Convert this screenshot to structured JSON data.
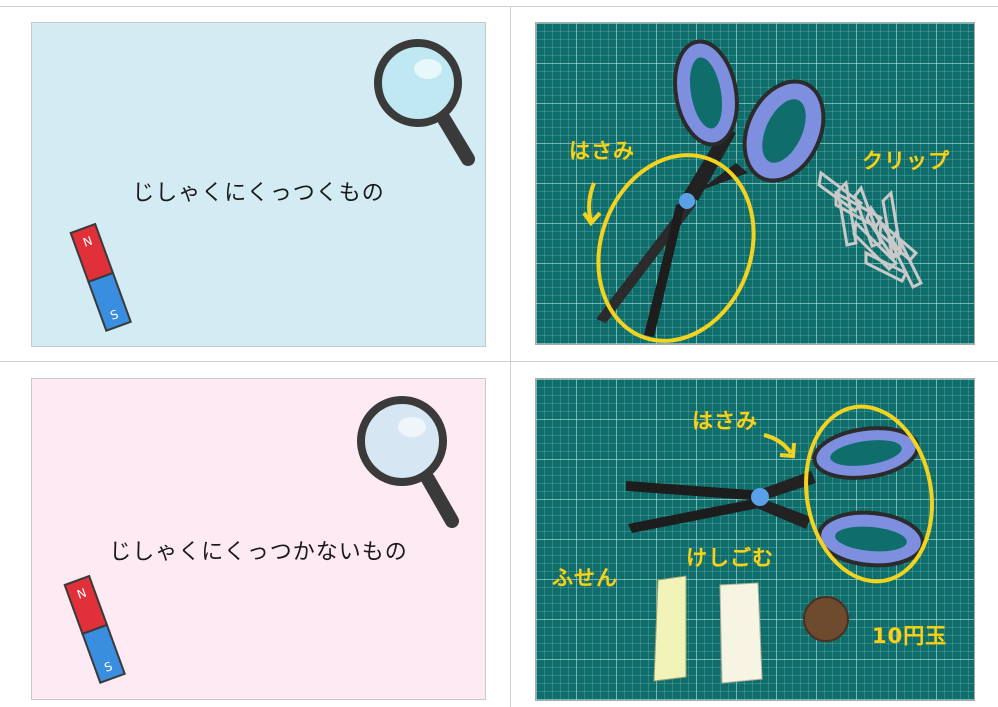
{
  "cards": {
    "attract": {
      "title": "じしゃくにくっつくもの",
      "bg_color": "#d3ebf2"
    },
    "not_attract": {
      "title": "じしゃくにくっつかないもの",
      "bg_color": "#fdeaf3"
    }
  },
  "magnet": {
    "north": "N",
    "south": "S",
    "north_color": "#e0303a",
    "south_color": "#3a8ee0"
  },
  "photo_attract": {
    "scissors_label": "はさみ",
    "clip_label": "クリップ"
  },
  "photo_not_attract": {
    "scissors_label": "はさみ",
    "sticky_label": "ふせん",
    "eraser_label": "けしごむ",
    "coin_label": "10円玉"
  },
  "colors": {
    "mat": "#0f6e6c",
    "annotation": "#f4d31f",
    "scissors_handle": "#7f8fe0"
  }
}
